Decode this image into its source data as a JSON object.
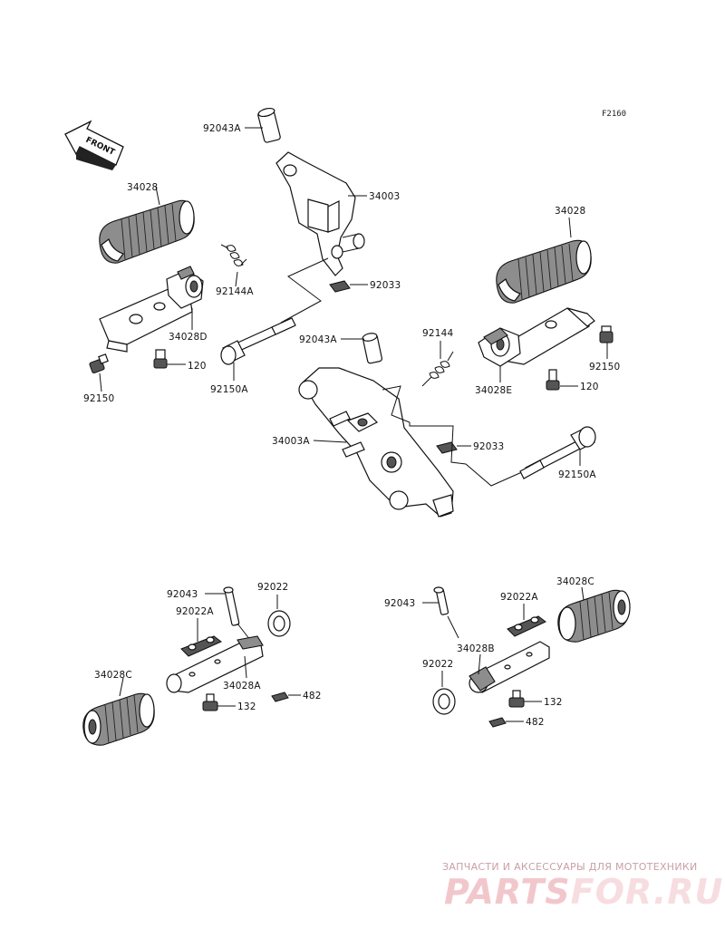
{
  "diagram_code": "F2160",
  "front_arrow_label": "FRONT",
  "callouts": {
    "c92043A_top": "92043A",
    "c34003": "34003",
    "c34028_left": "34028",
    "c92144A": "92144A",
    "c92033_top": "92033",
    "c34028D": "34028D",
    "c120_left": "120",
    "c92150_left": "92150",
    "c92150A_left": "92150A",
    "c34028_right": "34028",
    "c92043A_mid": "92043A",
    "c92144": "92144",
    "c92150_right": "92150",
    "c34028E": "34028E",
    "c120_right": "120",
    "c34003A": "34003A",
    "c92033_mid": "92033",
    "c92150A_right": "92150A",
    "c92043_left": "92043",
    "c92022_left": "92022",
    "c92022A_left": "92022A",
    "c34028C_left": "34028C",
    "c34028A": "34028A",
    "c482_left": "482",
    "c132_left": "132",
    "c92043_right": "92043",
    "c92022A_right": "92022A",
    "c34028C_right": "34028C",
    "c34028B": "34028B",
    "c92022_right": "92022",
    "c132_right": "132",
    "c482_right": "482"
  },
  "watermark": {
    "caption": "ЗАПЧАСТИ И АКСЕССУАРЫ ДЛЯ МОТОТЕХНИКИ",
    "brand_a": "PARTS",
    "brand_b": "FOR.RU"
  }
}
